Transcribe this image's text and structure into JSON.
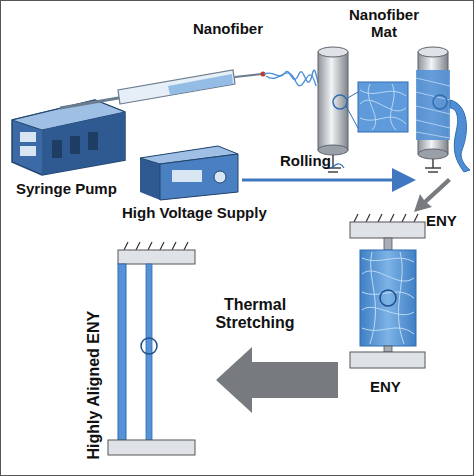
{
  "diagram": {
    "labels": [
      "Nanofiber",
      "Nanofiber Mat",
      "Syringe Pump",
      "High Voltage Supply",
      "Rolling",
      "ENY",
      "Thermal Stretching",
      "ENY",
      "Highly Aligned ENY"
    ]
  }
}
